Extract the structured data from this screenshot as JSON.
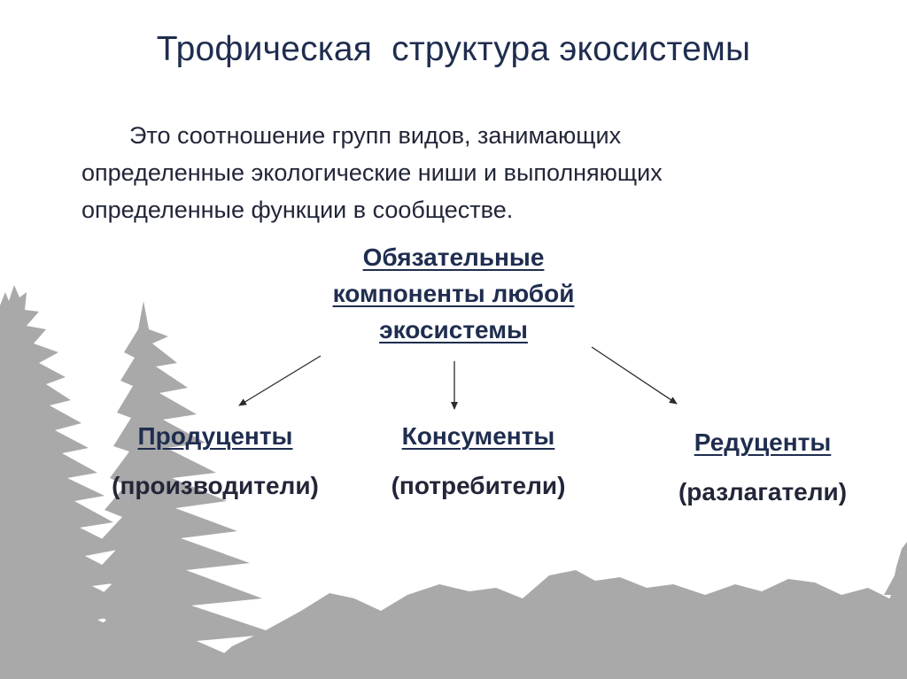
{
  "title": "Трофическая  структура экосистемы",
  "definition": {
    "lines": [
      "Это соотношение групп видов, занимающих",
      "определенные экологические ниши и выполняющих",
      "определенные функции в сообществе."
    ]
  },
  "core": {
    "lines": [
      "Обязательные",
      "компоненты любой",
      "экосистемы"
    ]
  },
  "components": [
    {
      "name": "Продуценты",
      "desc": "(производители)"
    },
    {
      "name": "Консументы",
      "desc": "(потребители)"
    },
    {
      "name": "Редуценты",
      "desc": "(разлагатели)"
    }
  ],
  "colors": {
    "heading": "#1f2d4f",
    "text": "#222638",
    "silhouette": "#a9a9a9",
    "background": "#ffffff"
  }
}
